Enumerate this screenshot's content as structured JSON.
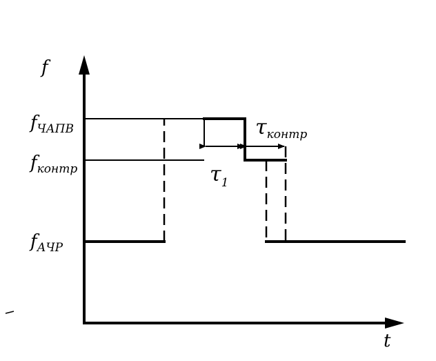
{
  "axes": {
    "y_label": "f",
    "x_label": "t"
  },
  "levels": {
    "f_chapv": {
      "base": "f",
      "sub": "ЧАПВ"
    },
    "f_kontr": {
      "base": "f",
      "sub": "контр"
    },
    "f_achr": {
      "base": "f",
      "sub": "АЧР"
    }
  },
  "intervals": {
    "tau_1": {
      "base": "τ",
      "sub": "1"
    },
    "tau_kontr": {
      "base": "τ",
      "sub": "контр"
    }
  },
  "colors": {
    "ink": "#000000",
    "background": "#ffffff"
  }
}
